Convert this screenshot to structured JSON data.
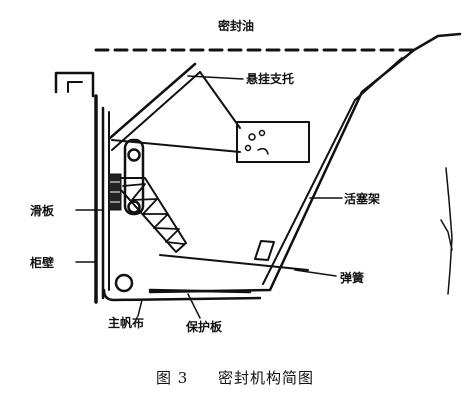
{
  "labels": {
    "seal_oil": "密封油",
    "suspension_bracket": "悬挂支托",
    "piston_frame": "活塞架",
    "slide_plate": "滑板",
    "cabinet_wall": "柜壁",
    "spring": "弹簧",
    "main_sealing_cloth": "主帆布",
    "protective_plate": "保护板"
  },
  "caption": {
    "figure_number": "图 3",
    "title": "密封机构简图"
  }
}
